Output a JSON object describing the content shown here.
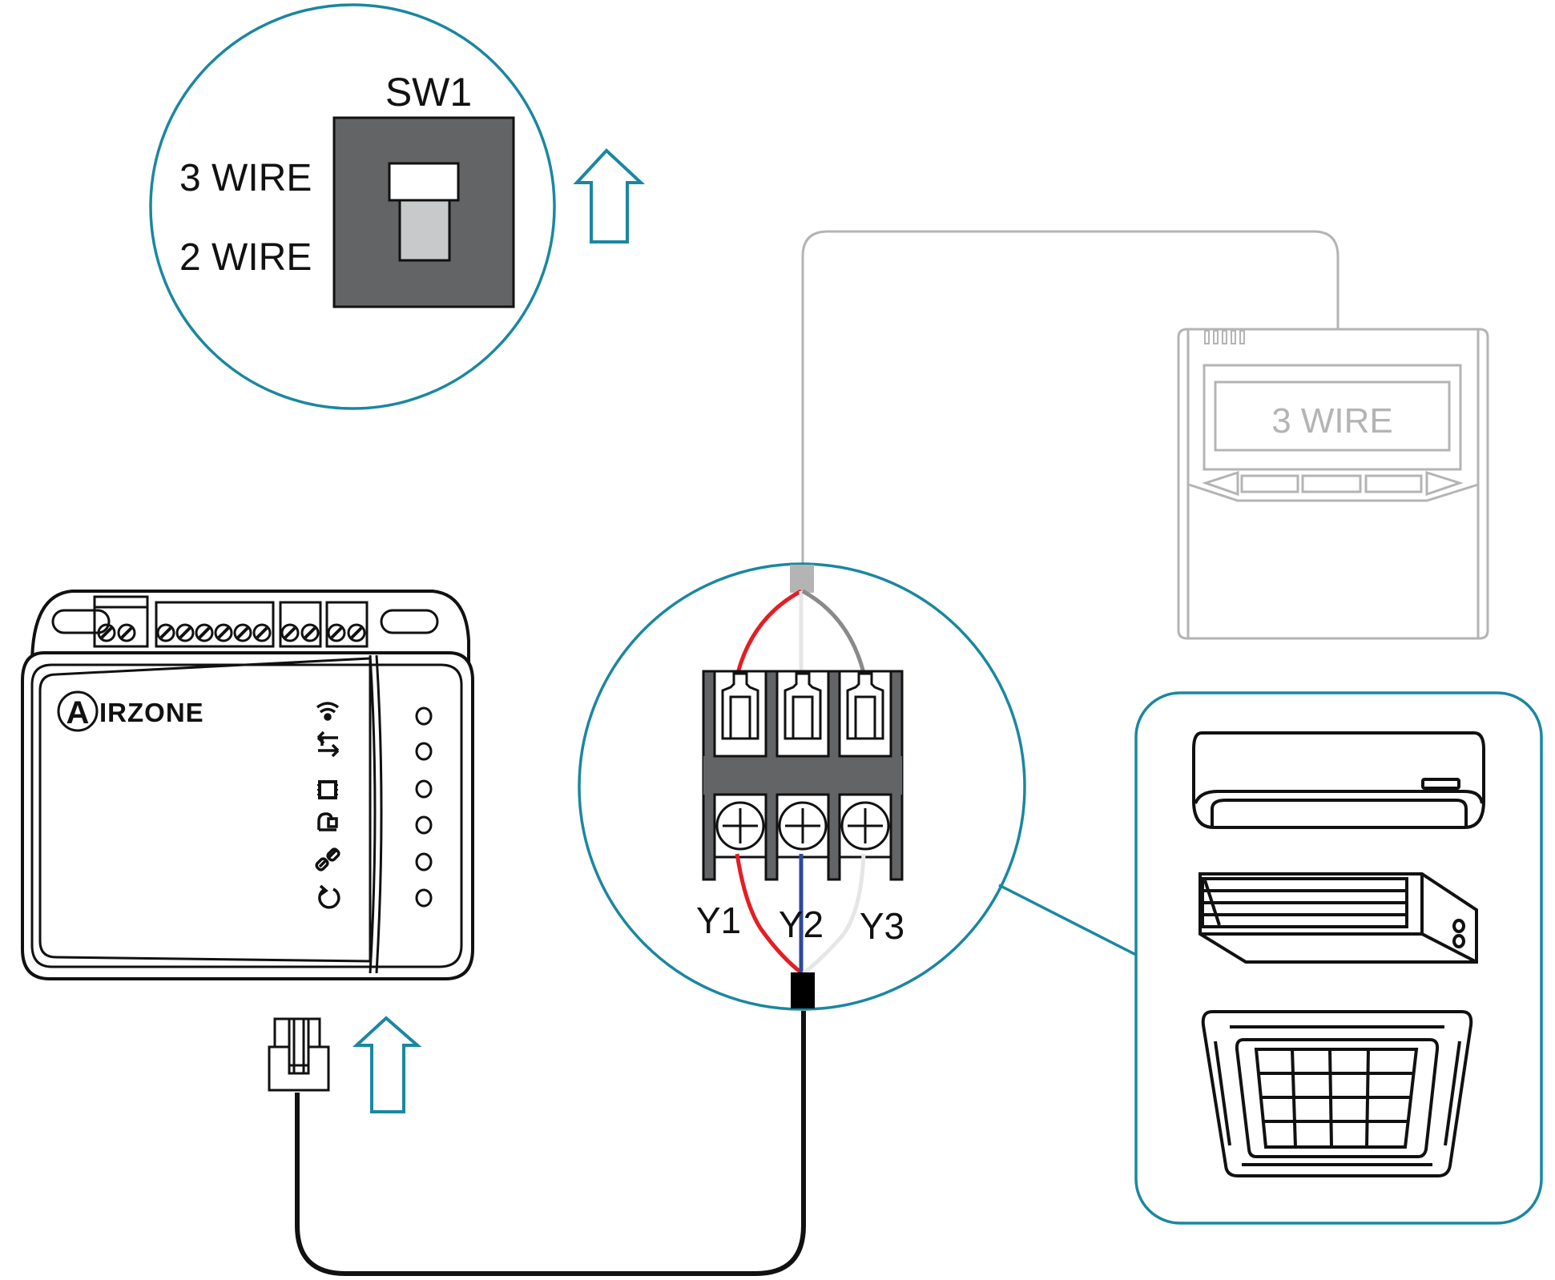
{
  "colors": {
    "accent_teal": "#1a87a0",
    "outline": "#111111",
    "switch_body": "#636466",
    "switch_lever": "#c8c9cb",
    "thermostat_gray": "#b4b4b4",
    "wire_red": "#e31e24",
    "wire_blue": "#2b4a9b",
    "wire_white": "#e6e6e6",
    "wire_gray": "#8a8a8a",
    "gray_connector": "#b4b4b4",
    "black_connector": "#000000"
  },
  "dip_switch": {
    "title": "SW1",
    "position_top_label": "3 WIRE",
    "position_bottom_label": "2 WIRE",
    "selected_position": "3 WIRE"
  },
  "airzone_device": {
    "logo_initial": "A",
    "logo_rest": "IRZONE",
    "terminal_groups": [
      2,
      6,
      2,
      2
    ],
    "status_icons": [
      "wifi-icon",
      "transfer-arrows-icon",
      "chip-icon",
      "plug-icon",
      "link-icon",
      "reset-icon"
    ],
    "led_count": 6
  },
  "thermostat": {
    "display_text": "3 WIRE",
    "vent_slots": 5,
    "button_count": 3
  },
  "terminal_block": {
    "labels": [
      "Y1",
      "Y2",
      "Y3"
    ],
    "top_wires": [
      "red",
      "white",
      "gray"
    ],
    "bottom_wires": [
      "red",
      "blue",
      "white"
    ]
  },
  "hvac_units": [
    "wall-split-unit",
    "ducted-unit",
    "cassette-unit"
  ],
  "arrows": {
    "direction": "up",
    "count": 2
  }
}
